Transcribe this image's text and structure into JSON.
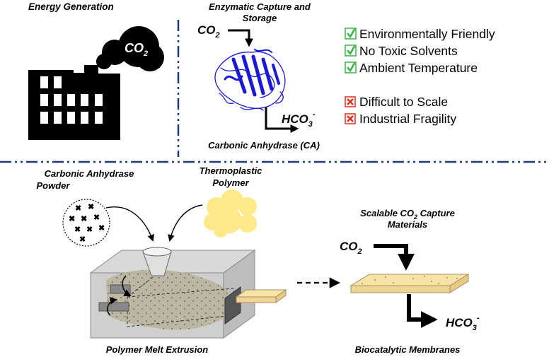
{
  "top_left": {
    "title": "Energy Generation",
    "smoke_label": "CO",
    "smoke_sub": "2"
  },
  "top_middle": {
    "title_line1": "Enzymatic Capture and",
    "title_line2": "Storage",
    "co2_main": "CO",
    "co2_sub": "2",
    "hco3_main": "HCO",
    "hco3_sub": "3",
    "hco3_sup": "-",
    "enzyme_label": "Carbonic Anhydrase (CA)"
  },
  "pros": [
    "Environmentally Friendly",
    "No Toxic Solvents",
    "Ambient Temperature"
  ],
  "cons": [
    "Difficult to Scale",
    "Industrial Fragility"
  ],
  "colors": {
    "check": "#3cb34a",
    "cross": "#e0301e",
    "enzyme": "#1a1ad6",
    "divider": "#1f3a73",
    "polymer": "#fde98a",
    "membrane": "#f7e3a6"
  },
  "bottom_left": {
    "powder_line1": "Carbonic Anhydrase",
    "powder_line2": "Powder",
    "polymer_line1": "Thermoplastic",
    "polymer_line2": "Polymer",
    "extrusion_label": "Polymer Melt Extrusion"
  },
  "bottom_right": {
    "title_line1_a": "Scalable CO",
    "title_line1_sub": "2",
    "title_line1_b": " Capture",
    "title_line2": "Materials",
    "co2_main": "CO",
    "co2_sub": "2",
    "hco3_main": "HCO",
    "hco3_sub": "3",
    "hco3_sup": "-",
    "membrane_label": "Biocatalytic Membranes"
  }
}
